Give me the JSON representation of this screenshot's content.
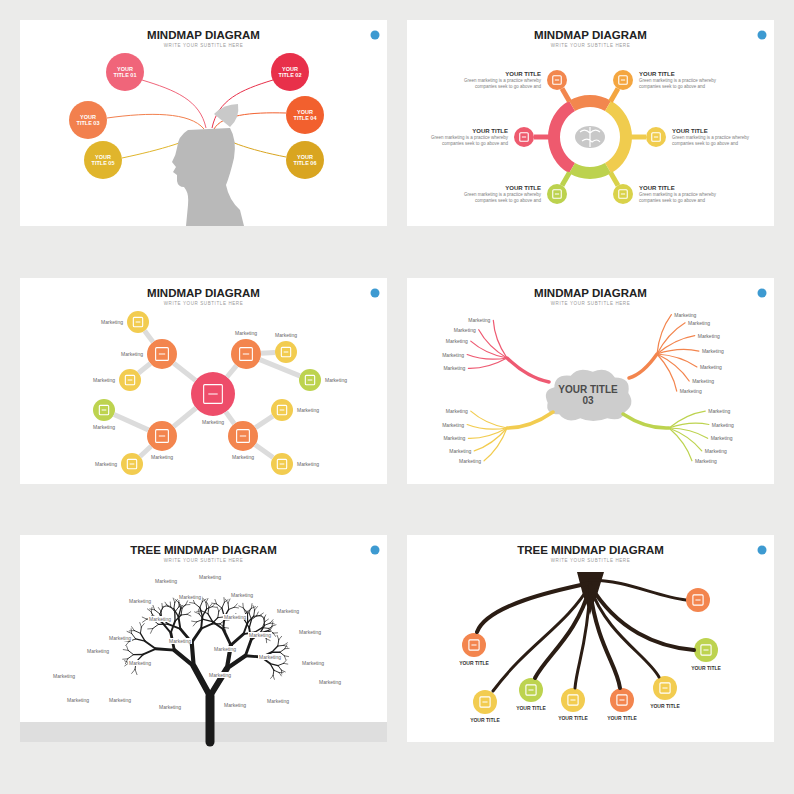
{
  "diagram": {
    "nodes": [
      {
        "text": [
          "MINDMAP DIAGRAM",
          "WRITE YOUR SUBTITLE HERE"
        ]
      },
      {
        "text": [
          "YOUR TITLE 01"
        ],
        "in": 0
      },
      {
        "text": [
          "YOUR TITLE 02"
        ],
        "in": 0
      },
      {
        "text": [
          "YOUR TITLE 03"
        ],
        "in": 0
      },
      {
        "text": [
          "YOUR TITLE 04"
        ],
        "in": 0
      },
      {
        "text": [
          "YOUR TITLE 05"
        ],
        "in": 0
      },
      {
        "text": [
          "YOUR TITLE 06"
        ],
        "in": 0
      },
      {
        "text": [
          "MINDMAP DIAGRAM",
          "WRITE YOUR SUBTITLE HERE"
        ]
      },
      {
        "text": [
          "YOUR TITLE",
          "Green marketing is a practice whereby companies seek to go above and"
        ],
        "in": 7
      },
      {
        "text": [
          "YOUR TITLE",
          "Green marketing is a practice whereby companies seek to go above and"
        ],
        "in": 7
      },
      {
        "text": [
          "YOUR TITLE",
          "Green marketing is a practice whereby companies seek to go above and"
        ],
        "in": 7
      },
      {
        "text": [
          "YOUR TITLE",
          "Green marketing is a practice whereby companies seek to go above and"
        ],
        "in": 7
      },
      {
        "text": [
          "YOUR TITLE",
          "Green marketing is a practice whereby companies seek to go above and"
        ],
        "in": 7
      },
      {
        "text": [
          "YOUR TITLE",
          "Green marketing is a practice whereby companies seek to go above and"
        ],
        "in": 7
      },
      {
        "text": [
          "MINDMAP DIAGRAM",
          "WRITE YOUR SUBTITLE HERE"
        ]
      },
      {
        "text": [
          "Marketing"
        ],
        "in": 14
      },
      {
        "text": [
          "Marketing"
        ],
        "in": 14
      },
      {
        "text": [
          "Marketing"
        ],
        "in": 14
      },
      {
        "text": [
          "Marketing"
        ],
        "in": 14
      },
      {
        "text": [
          "Marketing"
        ],
        "in": 14
      },
      {
        "text": [
          "Marketing"
        ],
        "in": 14
      },
      {
        "text": [
          "Marketing"
        ],
        "in": 14
      },
      {
        "text": [
          "Marketing"
        ],
        "in": 14
      },
      {
        "text": [
          "Marketing"
        ],
        "in": 14
      },
      {
        "text": [
          "Marketing"
        ],
        "in": 14
      },
      {
        "text": [
          "Marketing"
        ],
        "in": 14
      },
      {
        "text": [
          "Marketing"
        ],
        "in": 14
      },
      {
        "text": [
          "Marketing"
        ],
        "in": 14
      },
      {
        "text": [
          "MINDMAP DIAGRAM",
          "WRITE YOUR SUBTITLE HERE"
        ]
      },
      {
        "text": [
          "YOUR TITLE 03"
        ],
        "in": 28
      },
      {
        "text": [
          "TREE MINDMAP DIAGRAM",
          "WRITE YOUR SUBTITLE HERE"
        ]
      },
      {
        "text": [
          "TREE MINDMAP DIAGRAM",
          "WRITE YOUR SUBTITLE HERE"
        ]
      },
      {
        "text": [
          "YOUR TITLE"
        ],
        "in": 31
      },
      {
        "text": [
          "YOUR TITLE"
        ],
        "in": 31
      },
      {
        "text": [
          "YOUR TITLE"
        ],
        "in": 31
      },
      {
        "text": [
          "YOUR TITLE"
        ],
        "in": 31
      },
      {
        "text": [
          "YOUR TITLE"
        ],
        "in": 31
      },
      {
        "text": [
          "YOUR TITLE"
        ],
        "in": 31
      },
      {
        "text": [
          "YOUR TITLE"
        ],
        "in": 31
      }
    ],
    "edges": [
      {
        "from": 15,
        "to": 16,
        "arrow": "none"
      },
      {
        "from": 15,
        "to": 19,
        "arrow": "none"
      },
      {
        "from": 15,
        "to": 22,
        "arrow": "none"
      },
      {
        "from": 15,
        "to": 25,
        "arrow": "none"
      },
      {
        "from": 16,
        "to": 17,
        "arrow": "none"
      },
      {
        "from": 16,
        "to": 18,
        "arrow": "none"
      },
      {
        "from": 19,
        "to": 20,
        "arrow": "none"
      },
      {
        "from": 19,
        "to": 21,
        "arrow": "none"
      },
      {
        "from": 22,
        "to": 23,
        "arrow": "none"
      },
      {
        "from": 22,
        "to": 24,
        "arrow": "none"
      },
      {
        "from": 25,
        "to": 26,
        "arrow": "none"
      },
      {
        "from": 25,
        "to": 27,
        "arrow": "none"
      }
    ],
    "labels": [
      "Marketing",
      "Marketing",
      "Marketing",
      "Marketing",
      "Marketing",
      "Marketing",
      "Marketing",
      "Marketing",
      "Marketing",
      "Marketing",
      "Marketing",
      "Marketing",
      "Marketing",
      "Marketing",
      "Marketing",
      "Marketing",
      "Marketing",
      "Marketing",
      "Marketing",
      "Marketing",
      "Marketing",
      "Marketing",
      "Marketing",
      "Marketing",
      "Marketing",
      "Marketing",
      "Marketing",
      "Marketing",
      "Marketing",
      "Marketing",
      "Marketing",
      "Marketing",
      "Marketing",
      "Marketing",
      "Marketing",
      "Marketing",
      "Marketing",
      "Marketing",
      "Marketing",
      "Marketing",
      "Marketing",
      "Marketing",
      "Marketing",
      "Marketing",
      "Marketing",
      "Marketing",
      "Marketing"
    ]
  }
}
